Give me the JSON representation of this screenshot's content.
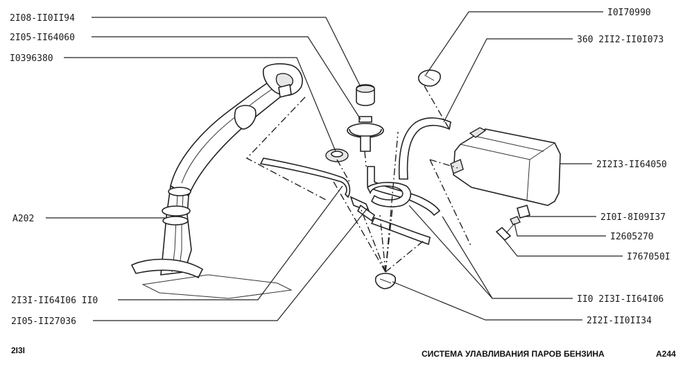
{
  "labels": {
    "left": [
      "2I08-II0II94",
      "2I05-II64060",
      "I0396380",
      "A202",
      "2I3I-II64I06 II0",
      "2I05-II27036"
    ],
    "right": [
      "I0I70990",
      "360  2II2-II0I073",
      "2I2I3-II64050",
      "2I0I-8I09I37",
      "I2605270",
      "I767050I",
      "II0 2I3I-II64I06",
      "2I2I-II0II34"
    ]
  },
  "footer": {
    "model": "2I3I",
    "title": "СИСТЕМА УЛАВЛИВАНИЯ ПАРОВ БЕНЗИНА",
    "page": "A244"
  },
  "colors": {
    "ink": "#222222",
    "paper": "#ffffff"
  }
}
